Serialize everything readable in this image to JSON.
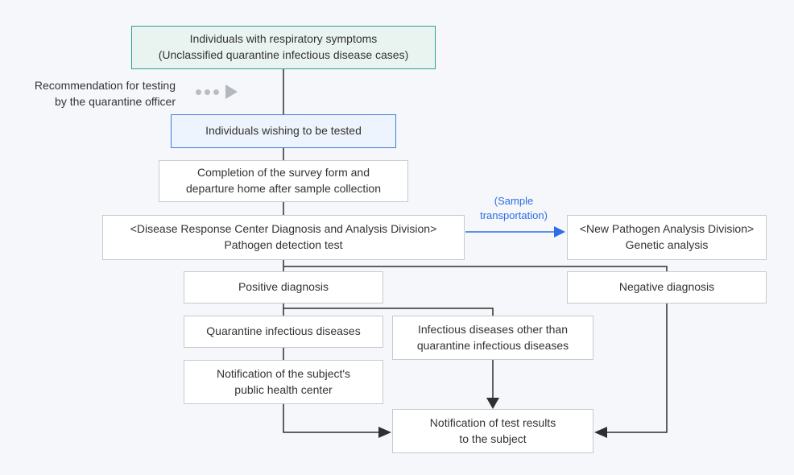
{
  "colors": {
    "background": "#f5f7fa",
    "box_fill": "#ffffff",
    "box_border_gray": "#c6cace",
    "start_box_border_teal": "#2f9e8f",
    "start_box_fill_mint": "#e9f4f1",
    "wish_box_border_blue": "#3d7de0",
    "wish_box_fill_blue": "#edf4fd",
    "accent_blue": "#2e6de6",
    "connector_dark": "#2f2f2f",
    "muted_icon_gray": "#b3b8be",
    "text": "#333333"
  },
  "icons": {
    "ellipsis_dots": "• • •",
    "play_arrow": "▶"
  },
  "flowchart": {
    "start_box": "Individuals with respiratory symptoms\n(Unclassified quarantine infectious disease cases)",
    "side_label": "Recommendation for testing\nby the quarantine officer",
    "wish_box": "Individuals wishing to be tested",
    "survey_box": "Completion of the survey form and\ndeparture home after sample collection",
    "pathogen_box": "<Disease Response Center Diagnosis and Analysis Division>\nPathogen detection test",
    "transport_label": "(Sample\ntransportation)",
    "genetic_box": "<New Pathogen Analysis Division>\nGenetic analysis",
    "positive_box": "Positive diagnosis",
    "negative_box": "Negative diagnosis",
    "quarantine_box": "Quarantine infectious diseases",
    "other_box": "Infectious diseases other than\nquarantine infectious diseases",
    "health_center_box": "Notification of the subject's\npublic health center",
    "result_box": "Notification of test results\nto the subject"
  }
}
